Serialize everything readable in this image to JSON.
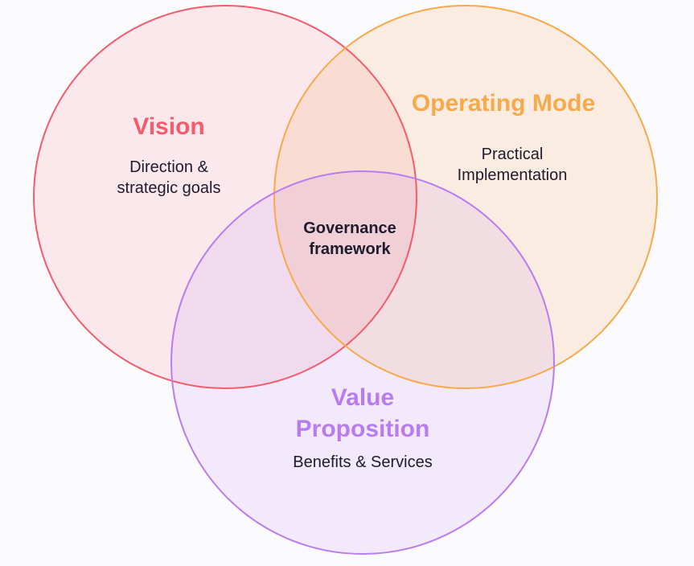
{
  "diagram": {
    "vision": {
      "title": "Vision",
      "desc_line1": "Direction &",
      "desc_line2": "strategic goals",
      "color": "#f25c6b",
      "fill": "#fde8ec"
    },
    "operating": {
      "title": "Operating Mode",
      "desc_line1": "Practical",
      "desc_line2": "Implementation",
      "color": "#f7a94b",
      "fill": "#fdefdd"
    },
    "value": {
      "title_line1": "Value",
      "title_line2": "Proposition",
      "desc": "Benefits & Services",
      "color": "#b97cf0",
      "fill": "#efe2fb"
    },
    "center": {
      "line1": "Governance",
      "line2": "framework"
    }
  }
}
